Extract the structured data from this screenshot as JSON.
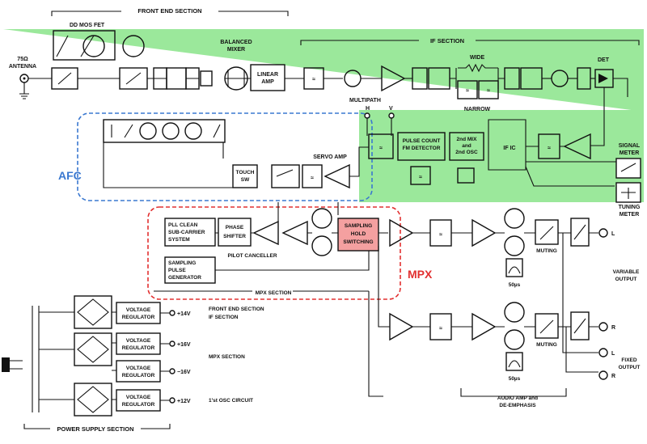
{
  "sections": {
    "front_end": "FRONT END SECTION",
    "if_section": "IF SECTION",
    "mpx_section": "MPX SECTION",
    "power_supply": "POWER SUPPLY SECTION"
  },
  "labels": {
    "dd_mos_fet": "DD MOS FET",
    "antenna_1": "75Ω",
    "antenna_2": "ANTENNA",
    "balanced_mixer_1": "BALANCED",
    "balanced_mixer_2": "MIXER",
    "linear_amp_1": "LINEAR",
    "linear_amp_2": "AMP",
    "wide": "WIDE",
    "narrow": "NARROW",
    "det": "DET",
    "multipath": "MULTIPATH",
    "h": "H",
    "v": "V",
    "pulse_count_1": "PULSE COUNT",
    "pulse_count_2": "FM DETECTOR",
    "mix_osc_1": "2nd MIX",
    "mix_osc_2": "and",
    "mix_osc_3": "2nd OSC",
    "if_ic": "IF  IC",
    "signal_meter_1": "SIGNAL",
    "signal_meter_2": "METER",
    "tuning_meter_1": "TUNING",
    "tuning_meter_2": "METER",
    "servo_amp": "SERVO AMP",
    "touch_sw_1": "TOUCH",
    "touch_sw_2": "SW",
    "pll_1": "PLL CLEAN",
    "pll_2": "SUB-CARRIER",
    "pll_3": "SYSTEM",
    "phase_1": "PHASE",
    "phase_2": "SHIFTER",
    "sampling_1": "SAMPLING",
    "sampling_2": "HOLD",
    "sampling_3": "SWITCHING",
    "pulse_gen_1": "SAMPLING",
    "pulse_gen_2": "PULSE",
    "pulse_gen_3": "GENERATOR",
    "pilot_canceller": "PILOT CANCELLER",
    "muting_top": "MUTING",
    "muting_bottom": "MUTING",
    "deemph_top": "50µs",
    "deemph_bottom": "50µs",
    "out_l_top": "L",
    "out_r_top": "R",
    "out_l_bottom": "L",
    "out_r_bottom": "R",
    "variable_output_1": "VARIABLE",
    "variable_output_2": "OUTPUT",
    "fixed_output_1": "FIXED",
    "fixed_output_2": "OUTPUT",
    "audio_amp_1": "AUDIO AMP and",
    "audio_amp_2": "DE-EMPHASIS",
    "vreg_1a": "VOLTAGE",
    "vreg_1b": "REGULATOR",
    "vreg_2a": "VOLTAGE",
    "vreg_2b": "REGULATOR",
    "vreg_3a": "VOLTAGE",
    "vreg_3b": "REGULATOR",
    "vreg_4a": "VOLTAGE",
    "vreg_4b": "REGULATOR",
    "v_plus14": "+14V",
    "v_plus16": "+16V",
    "v_minus16": "−16V",
    "v_plus12": "+12V",
    "rail_1a": "FRONT END SECTION",
    "rail_1b": "IF SECTION",
    "rail_2": "MPX SECTION",
    "rail_3": "1'st OSC CIRCUIT"
  },
  "annotations": {
    "afc": "AFC",
    "mpx": "MPX"
  },
  "colors": {
    "green_highlight": "#9be89b",
    "afc_blue": "#3a78d0",
    "mpx_red": "#e23030",
    "sampling_fill": "#f4a0a0"
  }
}
